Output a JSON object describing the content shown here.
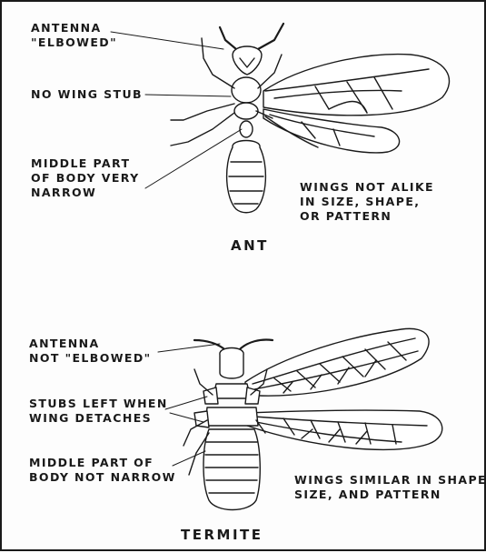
{
  "ant": {
    "label_antenna": "ANTENNA\n\"ELBOWED\"",
    "label_wing_stub": "NO WING STUB",
    "label_body": "MIDDLE PART\nOF BODY VERY\nNARROW",
    "label_wings": "WINGS NOT ALIKE\nIN SIZE, SHAPE,\nOR PATTERN",
    "title": "ANT"
  },
  "termite": {
    "label_antenna": "ANTENNA\nNOT \"ELBOWED\"",
    "label_stubs": "STUBS LEFT WHEN\nWING DETACHES",
    "label_body": "MIDDLE PART OF\nBODY NOT NARROW",
    "label_wings": "WINGS SIMILAR IN SHAPE\nSIZE, AND PATTERN",
    "title": "TERMITE"
  },
  "colors": {
    "ink": "#1a1a1a",
    "paper": "#ffffff"
  }
}
